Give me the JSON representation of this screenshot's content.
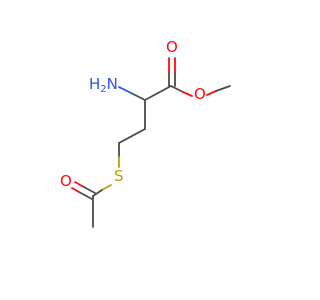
{
  "molecule": {
    "atoms": {
      "amine_label": "H2N",
      "amine_h": "H",
      "amine_sub": "2",
      "amine_n": "N",
      "carbonyl_o_ester": "O",
      "ester_o": "O",
      "sulfur": "S",
      "carbonyl_o_acetyl": "O"
    },
    "colors": {
      "carbon_bond": "#4a4a4a",
      "oxygen": "#ff0d0d",
      "nitrogen": "#3050f8",
      "sulfur": "#b8a400"
    }
  }
}
